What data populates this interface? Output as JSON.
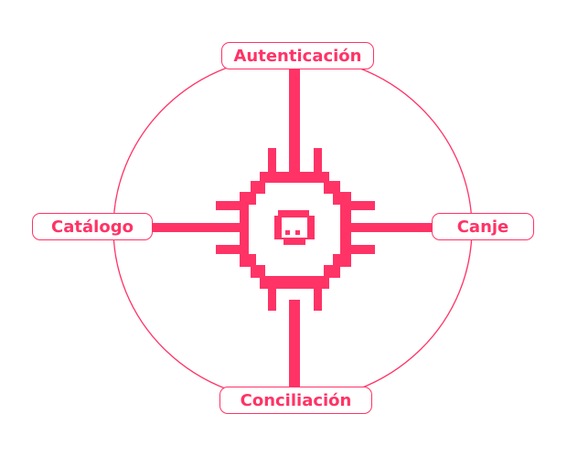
{
  "diagram": {
    "nodes": {
      "top": "Autenticación",
      "left": "Catálogo",
      "right": "Canje",
      "bottom": "Conciliación"
    },
    "center_icon": "pixel-chip-icon",
    "colors": {
      "accent": "#ff3366",
      "background": "#ffffff"
    }
  }
}
